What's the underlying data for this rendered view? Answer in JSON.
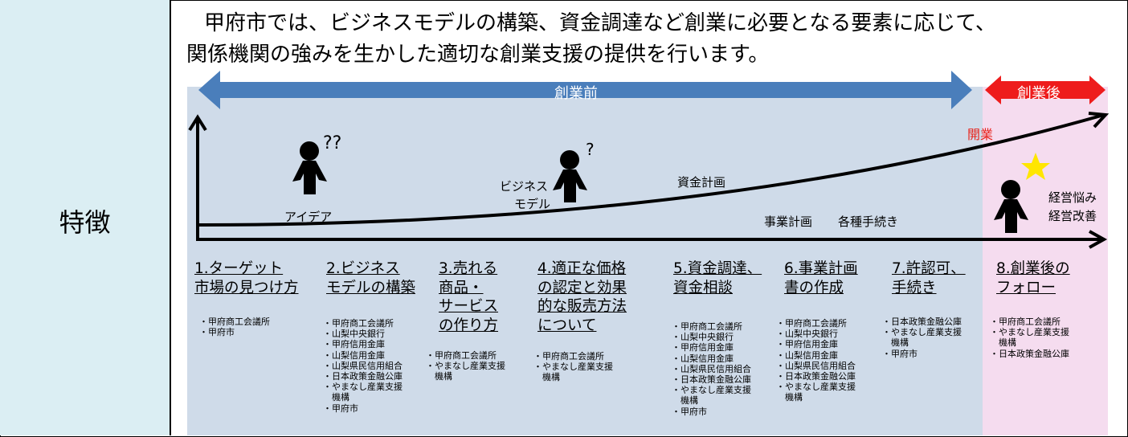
{
  "label": "特徴",
  "intro": {
    "line1": "甲府市では、ビジネスモデルの構築、資金調達など創業に必要となる要素に応じて、",
    "line2": "関係機関の強みを生かした適切な創業支援の提供を行います。"
  },
  "phases": {
    "pre": "創業前",
    "post": "創業後"
  },
  "milestone": "開業",
  "stage_labels": {
    "idea": "アイデア",
    "idea_marks": "??",
    "business_model_l1": "ビジネス",
    "business_model_l2": "モデル",
    "bm_marks": "?",
    "funding_plan": "資金計画",
    "business_plan": "事業計画",
    "procedures": "各種手続き",
    "worry": "経営悩み",
    "improve": "経営改善"
  },
  "steps": [
    {
      "title": [
        "1.ターゲット",
        "市場の見つけ方"
      ],
      "orgs": [
        "・甲府商工会議所",
        "・甲府市"
      ]
    },
    {
      "title": [
        "2.ビジネス",
        "モデルの構築"
      ],
      "orgs": [
        "・甲府商工会議所",
        "・山梨中央銀行",
        "・甲府信用金庫",
        "・山梨信用金庫",
        "・山梨県民信用組合",
        "・日本政策金融公庫",
        "・やまなし産業支援",
        "　機構",
        "・甲府市"
      ]
    },
    {
      "title": [
        "3.売れる",
        "商品・",
        "サービス",
        "の作り方"
      ],
      "orgs": [
        "・甲府商工会議所",
        "・やまなし産業支援",
        "　機構"
      ]
    },
    {
      "title": [
        "4.適正な価格",
        "の認定と効果",
        "的な販売方法",
        "について"
      ],
      "orgs": [
        "・甲府商工会議所",
        "・やまなし産業支援",
        "　機構"
      ]
    },
    {
      "title": [
        "5.資金調達、",
        "資金相談"
      ],
      "orgs": [
        "・甲府商工会議所",
        "・山梨中央銀行",
        "・甲府信用金庫",
        "・山梨信用金庫",
        "・山梨県民信用組合",
        "・日本政策金融公庫",
        "・やまなし産業支援",
        "　機構",
        "・甲府市"
      ]
    },
    {
      "title": [
        "6.事業計画",
        "書の作成"
      ],
      "orgs": [
        "・甲府商工会議所",
        "・山梨中央銀行",
        "・甲府信用金庫",
        "・山梨信用金庫",
        "・山梨県民信用組合",
        "・日本政策金融公庫",
        "・やまなし産業支援",
        "　機構"
      ]
    },
    {
      "title": [
        "7.許認可、",
        "手続き"
      ],
      "orgs": [
        "・日本政策金融公庫",
        "・やまなし産業支援",
        "　機構",
        "・甲府市"
      ]
    },
    {
      "title": [
        "8.創業後の",
        "フォロー"
      ],
      "orgs": [
        "・甲府商工会議所",
        "・やまなし産業支援",
        "　機構",
        "・日本政策金融公庫"
      ]
    }
  ],
  "colors": {
    "label_bg": "#dbeef3",
    "pre_bg": "#cfdbe9",
    "post_bg": "#f5dcef",
    "pre_arrow": "#4a7ebb",
    "post_arrow": "#ee1c1c",
    "milestone_text": "#e8231b",
    "star": "#ffe600"
  }
}
